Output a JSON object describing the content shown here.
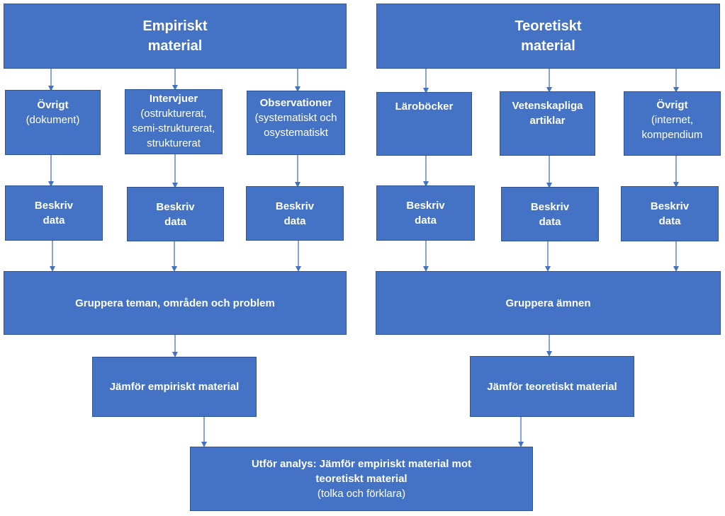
{
  "empirical": {
    "header": [
      "Empiriskt",
      "material"
    ],
    "sources": [
      {
        "title": "Övrigt",
        "detail": [
          "(dokument)"
        ]
      },
      {
        "title": "Intervjuer",
        "detail": [
          "(ostrukturerat,",
          "semi-strukturerat,",
          "strukturerat"
        ]
      },
      {
        "title": "Observationer",
        "detail": [
          "(systematiskt och",
          "osystematiskt"
        ]
      }
    ],
    "describe": [
      "Beskriv",
      "data"
    ],
    "group": "Gruppera teman, områden och problem",
    "compare": "Jämför empiriskt material"
  },
  "theoretical": {
    "header": [
      "Teoretiskt",
      "material"
    ],
    "sources": [
      {
        "title": "Läroböcker",
        "detail": []
      },
      {
        "title": "Vetenskapliga",
        "detail": [
          "artiklar"
        ]
      },
      {
        "title": "Övrigt",
        "detail": [
          "(internet,",
          "kompendium"
        ]
      }
    ],
    "describe": [
      "Beskriv",
      "data"
    ],
    "group": "Gruppera ämnen",
    "compare": "Jämför teoretiskt material"
  },
  "analysis": {
    "title": [
      "Utför analys: Jämför empiriskt material mot",
      "teoretiskt material"
    ],
    "detail": "(tolka och förklara)"
  },
  "colors": {
    "box_fill": "#4472c4",
    "box_border": "#2f5597",
    "connector": "#4472c4"
  }
}
